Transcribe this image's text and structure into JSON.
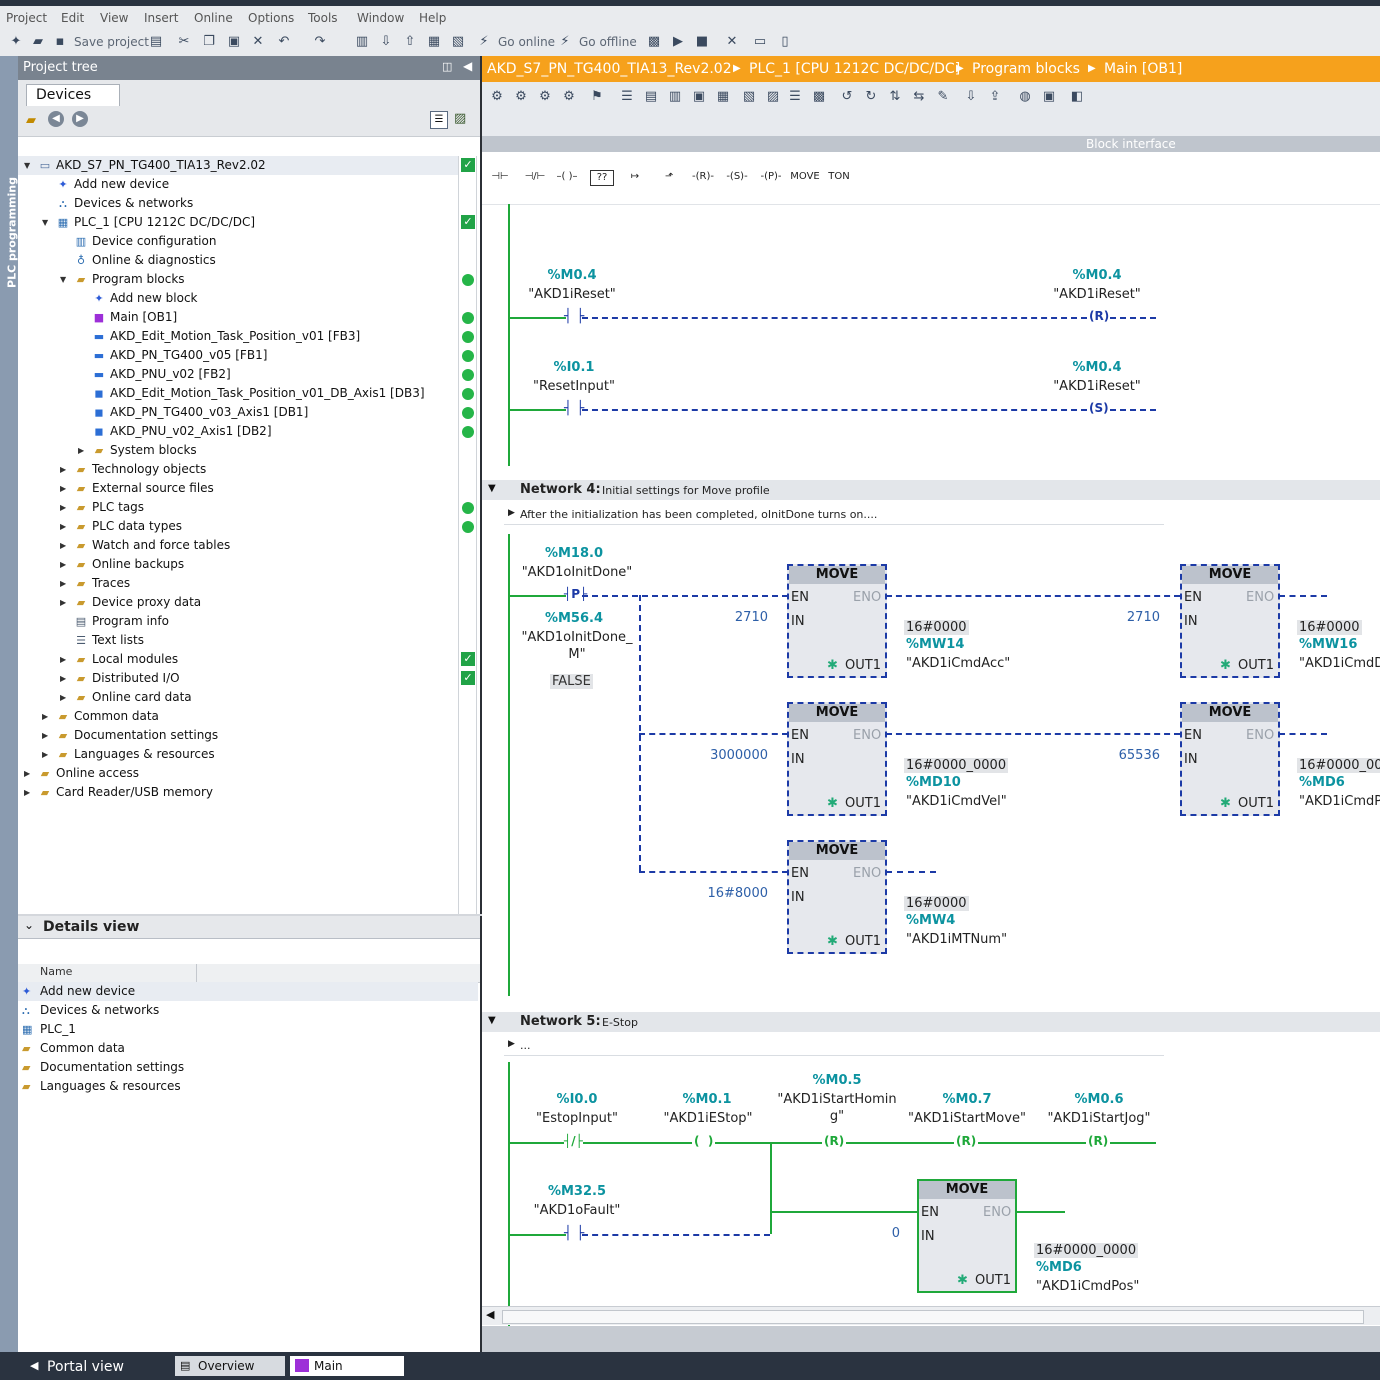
{
  "menu": [
    "Project",
    "Edit",
    "View",
    "Insert",
    "Online",
    "Options",
    "Tools",
    "Window",
    "Help"
  ],
  "toolbar": {
    "save_label": "Save project",
    "go_online": "Go online",
    "go_offline": "Go offline"
  },
  "side_tab": "PLC programming",
  "project_tree": {
    "title": "Project tree",
    "tab": "Devices",
    "items": [
      {
        "label": "AKD_S7_PN_TG400_TIA13_Rev2.02",
        "icon": "project-icon",
        "status": "check"
      },
      {
        "label": "Add new device",
        "icon": "add-device-icon"
      },
      {
        "label": "Devices & networks",
        "icon": "network-icon"
      },
      {
        "label": "PLC_1 [CPU 1212C DC/DC/DC]",
        "icon": "plc-icon",
        "status": "check"
      },
      {
        "label": "Device configuration",
        "icon": "device-config-icon"
      },
      {
        "label": "Online & diagnostics",
        "icon": "diagnostics-icon"
      },
      {
        "label": "Program blocks",
        "icon": "folder-icon",
        "status": "ok"
      },
      {
        "label": "Add new block",
        "icon": "add-block-icon"
      },
      {
        "label": "Main [OB1]",
        "icon": "ob-icon",
        "status": "ok"
      },
      {
        "label": "AKD_Edit_Motion_Task_Position_v01 [FB3]",
        "icon": "fb-icon",
        "status": "ok"
      },
      {
        "label": "AKD_PN_TG400_v05 [FB1]",
        "icon": "fb-icon",
        "status": "ok"
      },
      {
        "label": "AKD_PNU_v02 [FB2]",
        "icon": "fb-icon",
        "status": "ok"
      },
      {
        "label": "AKD_Edit_Motion_Task_Position_v01_DB_Axis1 [DB3]",
        "icon": "db-icon",
        "status": "ok"
      },
      {
        "label": "AKD_PN_TG400_v03_Axis1 [DB1]",
        "icon": "db-icon",
        "status": "ok"
      },
      {
        "label": "AKD_PNU_v02_Axis1 [DB2]",
        "icon": "db-icon",
        "status": "ok"
      },
      {
        "label": "System blocks",
        "icon": "folder-icon"
      },
      {
        "label": "Technology objects",
        "icon": "folder-icon"
      },
      {
        "label": "External source files",
        "icon": "folder-icon"
      },
      {
        "label": "PLC tags",
        "icon": "folder-icon",
        "status": "ok"
      },
      {
        "label": "PLC data types",
        "icon": "folder-icon",
        "status": "ok"
      },
      {
        "label": "Watch and force tables",
        "icon": "folder-icon"
      },
      {
        "label": "Online backups",
        "icon": "folder-icon"
      },
      {
        "label": "Traces",
        "icon": "folder-icon"
      },
      {
        "label": "Device proxy data",
        "icon": "folder-icon"
      },
      {
        "label": "Program info",
        "icon": "info-icon"
      },
      {
        "label": "Text lists",
        "icon": "textlist-icon"
      },
      {
        "label": "Local modules",
        "icon": "folder-icon",
        "status": "check"
      },
      {
        "label": "Distributed I/O",
        "icon": "folder-icon",
        "status": "check"
      },
      {
        "label": "Online card data",
        "icon": "folder-icon"
      },
      {
        "label": "Common data",
        "icon": "folder-icon"
      },
      {
        "label": "Documentation settings",
        "icon": "folder-icon"
      },
      {
        "label": "Languages & resources",
        "icon": "folder-icon"
      },
      {
        "label": "Online access",
        "icon": "folder-icon"
      },
      {
        "label": "Card Reader/USB memory",
        "icon": "folder-icon"
      }
    ]
  },
  "details_view": {
    "title": "Details view",
    "column": "Name",
    "items": [
      "Add new device",
      "Devices & networks",
      "PLC_1",
      "Common data",
      "Documentation settings",
      "Languages & resources"
    ]
  },
  "editor": {
    "breadcrumb": [
      "AKD_S7_PN_TG400_TIA13_Rev2.02",
      "PLC_1 [CPU 1212C DC/DC/DC]",
      "Program blocks",
      "Main [OB1]"
    ],
    "block_interface": "Block interface",
    "lad_buttons": [
      "MOVE",
      "TON"
    ],
    "net3": {
      "c1_addr": "%M0.4",
      "c1_tag": "\"AKD1iReset\"",
      "coil1_addr": "%M0.4",
      "coil1_tag": "\"AKD1iReset\"",
      "coil1": "R",
      "c2_addr": "%I0.1",
      "c2_tag": "\"ResetInput\"",
      "coil2_addr": "%M0.4",
      "coil2_tag": "\"AKD1iReset\"",
      "coil2": "S"
    },
    "net4": {
      "title": "Network 4:",
      "comment": "Initial settings for Move profile",
      "sub": "After the initialization has been completed, oInitDone turns on....",
      "c_addr": "%M18.0",
      "c_tag": "\"AKD1oInitDone\"",
      "p": "P",
      "m_addr": "%M56.4",
      "m_tag1": "\"AKD1oInitDone_",
      "m_tag2": "M\"",
      "m_val": "FALSE",
      "move_label": "MOVE",
      "en": "EN",
      "eno": "ENO",
      "in": "IN",
      "out": "OUT1",
      "mv1_in": "2710",
      "mv1_hex": "16#0000",
      "mv1_addr": "%MW14",
      "mv1_tag": "\"AKD1iCmdAcc\"",
      "mv2_in": "2710",
      "mv2_hex": "16#0000",
      "mv2_addr": "%MW16",
      "mv2_tag": "\"AKD1iCmdD",
      "mv3_in": "3000000",
      "mv3_hex": "16#0000_0000",
      "mv3_addr": "%MD10",
      "mv3_tag": "\"AKD1iCmdVel\"",
      "mv4_in": "65536",
      "mv4_hex": "16#0000_00",
      "mv4_addr": "%MD6",
      "mv4_tag": "\"AKD1iCmdP",
      "mv5_in": "16#8000",
      "mv5_hex": "16#0000",
      "mv5_addr": "%MW4",
      "mv5_tag": "\"AKD1iMTNum\""
    },
    "net5": {
      "title": "Network 5:",
      "comment": "E-Stop",
      "sub": "...",
      "c1_addr": "%I0.0",
      "c1_tag": "\"EstopInput\"",
      "c2_addr": "%M0.1",
      "c2_tag": "\"AKD1iEStop\"",
      "r1_addr": "%M0.5",
      "r1_tag1": "\"AKD1iStartHomin",
      "r1_tag2": "g\"",
      "r2_addr": "%M0.7",
      "r2_tag": "\"AKD1iStartMove\"",
      "r3_addr": "%M0.6",
      "r3_tag": "\"AKD1iStartJog\"",
      "c3_addr": "%M32.5",
      "c3_tag": "\"AKD1oFault\"",
      "mv_in": "0",
      "mv_hex": "16#0000_0000",
      "mv_addr": "%MD6",
      "mv_tag": "\"AKD1iCmdPos\"",
      "coil_r": "R"
    }
  },
  "statusbar": {
    "portal": "Portal view",
    "tab1": "Overview",
    "tab2": "Main"
  },
  "colors": {
    "accent": "#f6a11c",
    "ok": "#25b548",
    "wire": "#1fa83a",
    "dashed": "#1c3aa6",
    "address": "#0c93a0"
  }
}
